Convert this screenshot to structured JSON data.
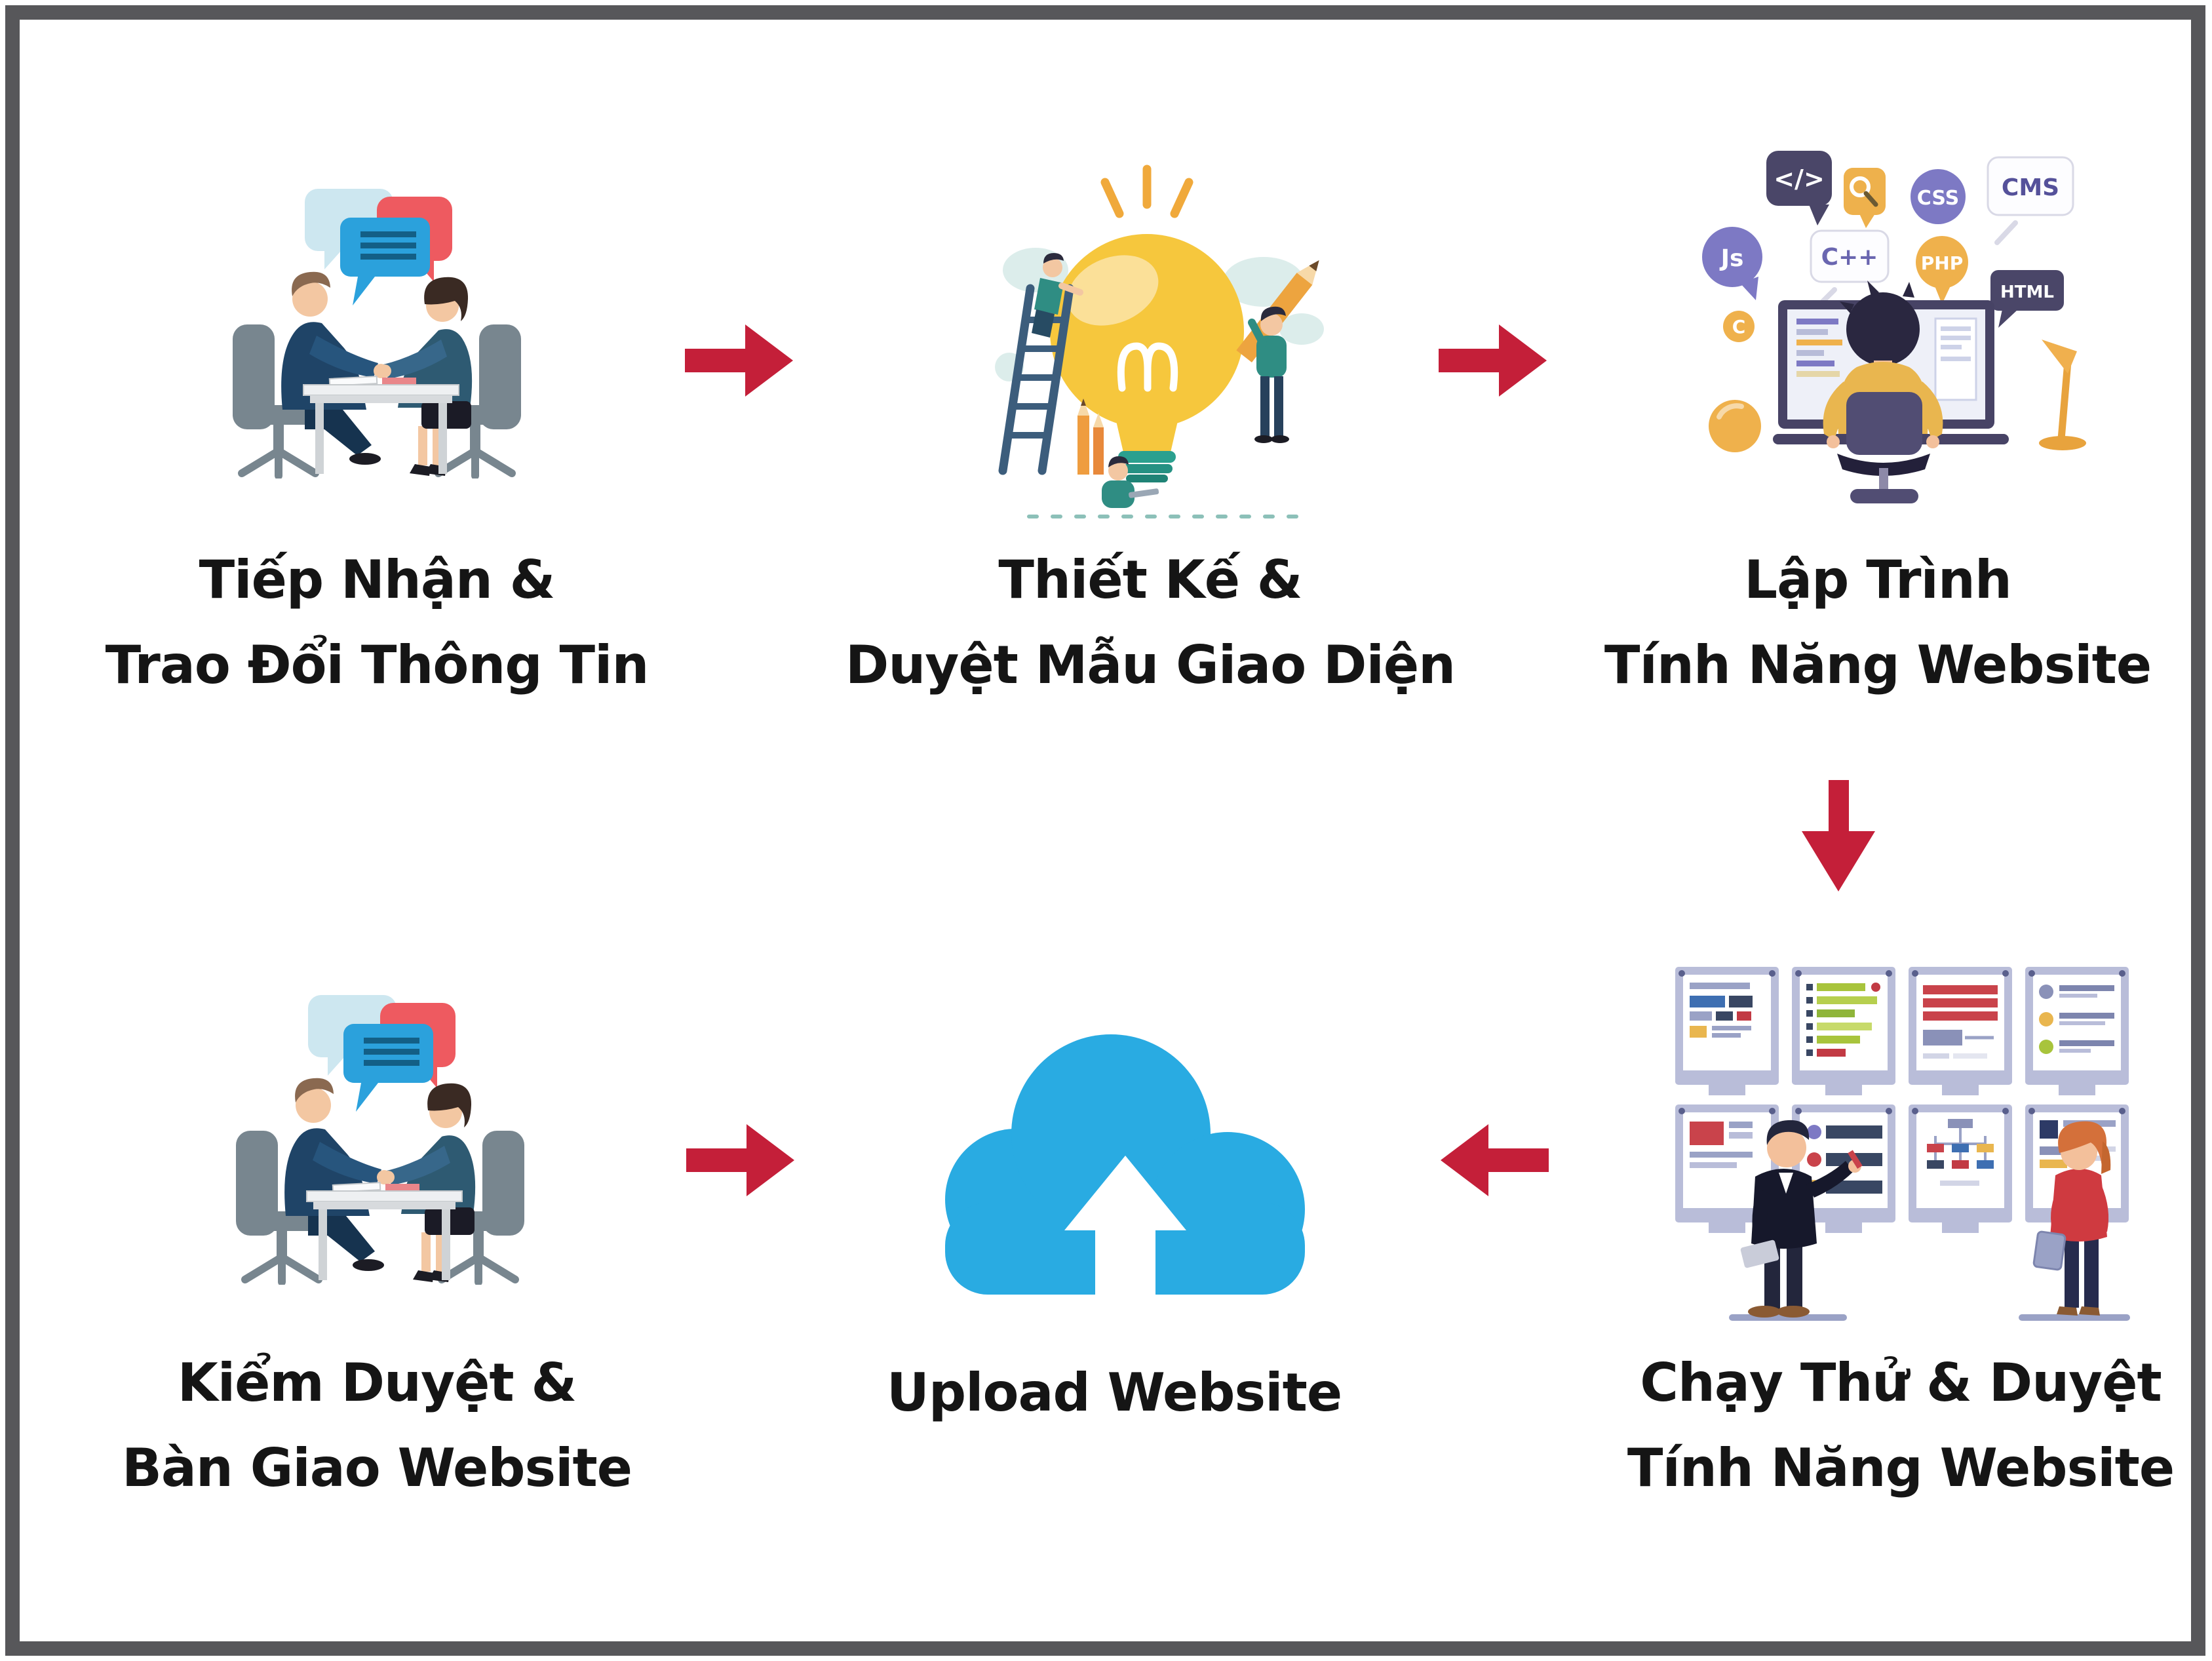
{
  "diagram": {
    "title_implicit": "Website production process flow",
    "colors": {
      "frame": "#57575a",
      "arrow_red": "#c41f39",
      "cloud_blue": "#29abe2",
      "label_text": "#151515",
      "background": "#ffffff"
    }
  },
  "steps": [
    {
      "id": "receive",
      "line1": "Tiếp Nhận &",
      "line2": "Trao Đổi Thông Tin",
      "illustration": "meeting"
    },
    {
      "id": "design",
      "line1": "Thiết Kế &",
      "line2": "Duyệt Mẫu Giao Diện",
      "illustration": "lightbulb-design"
    },
    {
      "id": "code",
      "line1": "Lập Trình",
      "line2": "Tính Năng Website",
      "illustration": "developer"
    },
    {
      "id": "test",
      "line1": "Chạy Thử & Duyệt",
      "line2": "Tính Năng Website",
      "illustration": "testing-boards"
    },
    {
      "id": "upload",
      "line1": "Upload Website",
      "line2": "",
      "illustration": "cloud-upload"
    },
    {
      "id": "handover",
      "line1": "Kiểm Duyệt &",
      "line2": "Bàn Giao Website",
      "illustration": "meeting"
    }
  ],
  "arrows": [
    {
      "from": "receive",
      "to": "design",
      "direction": "right"
    },
    {
      "from": "design",
      "to": "code",
      "direction": "right"
    },
    {
      "from": "code",
      "to": "test",
      "direction": "down"
    },
    {
      "from": "handover",
      "to": "upload",
      "direction": "right"
    },
    {
      "from": "test",
      "to": "upload",
      "direction": "left"
    }
  ],
  "developer_bubbles": {
    "code_tag": "</>",
    "cms": "CMS",
    "css": "CSS",
    "js": "Js",
    "cpp": "C++",
    "php": "PHP",
    "html": "HTML",
    "c": "C"
  }
}
